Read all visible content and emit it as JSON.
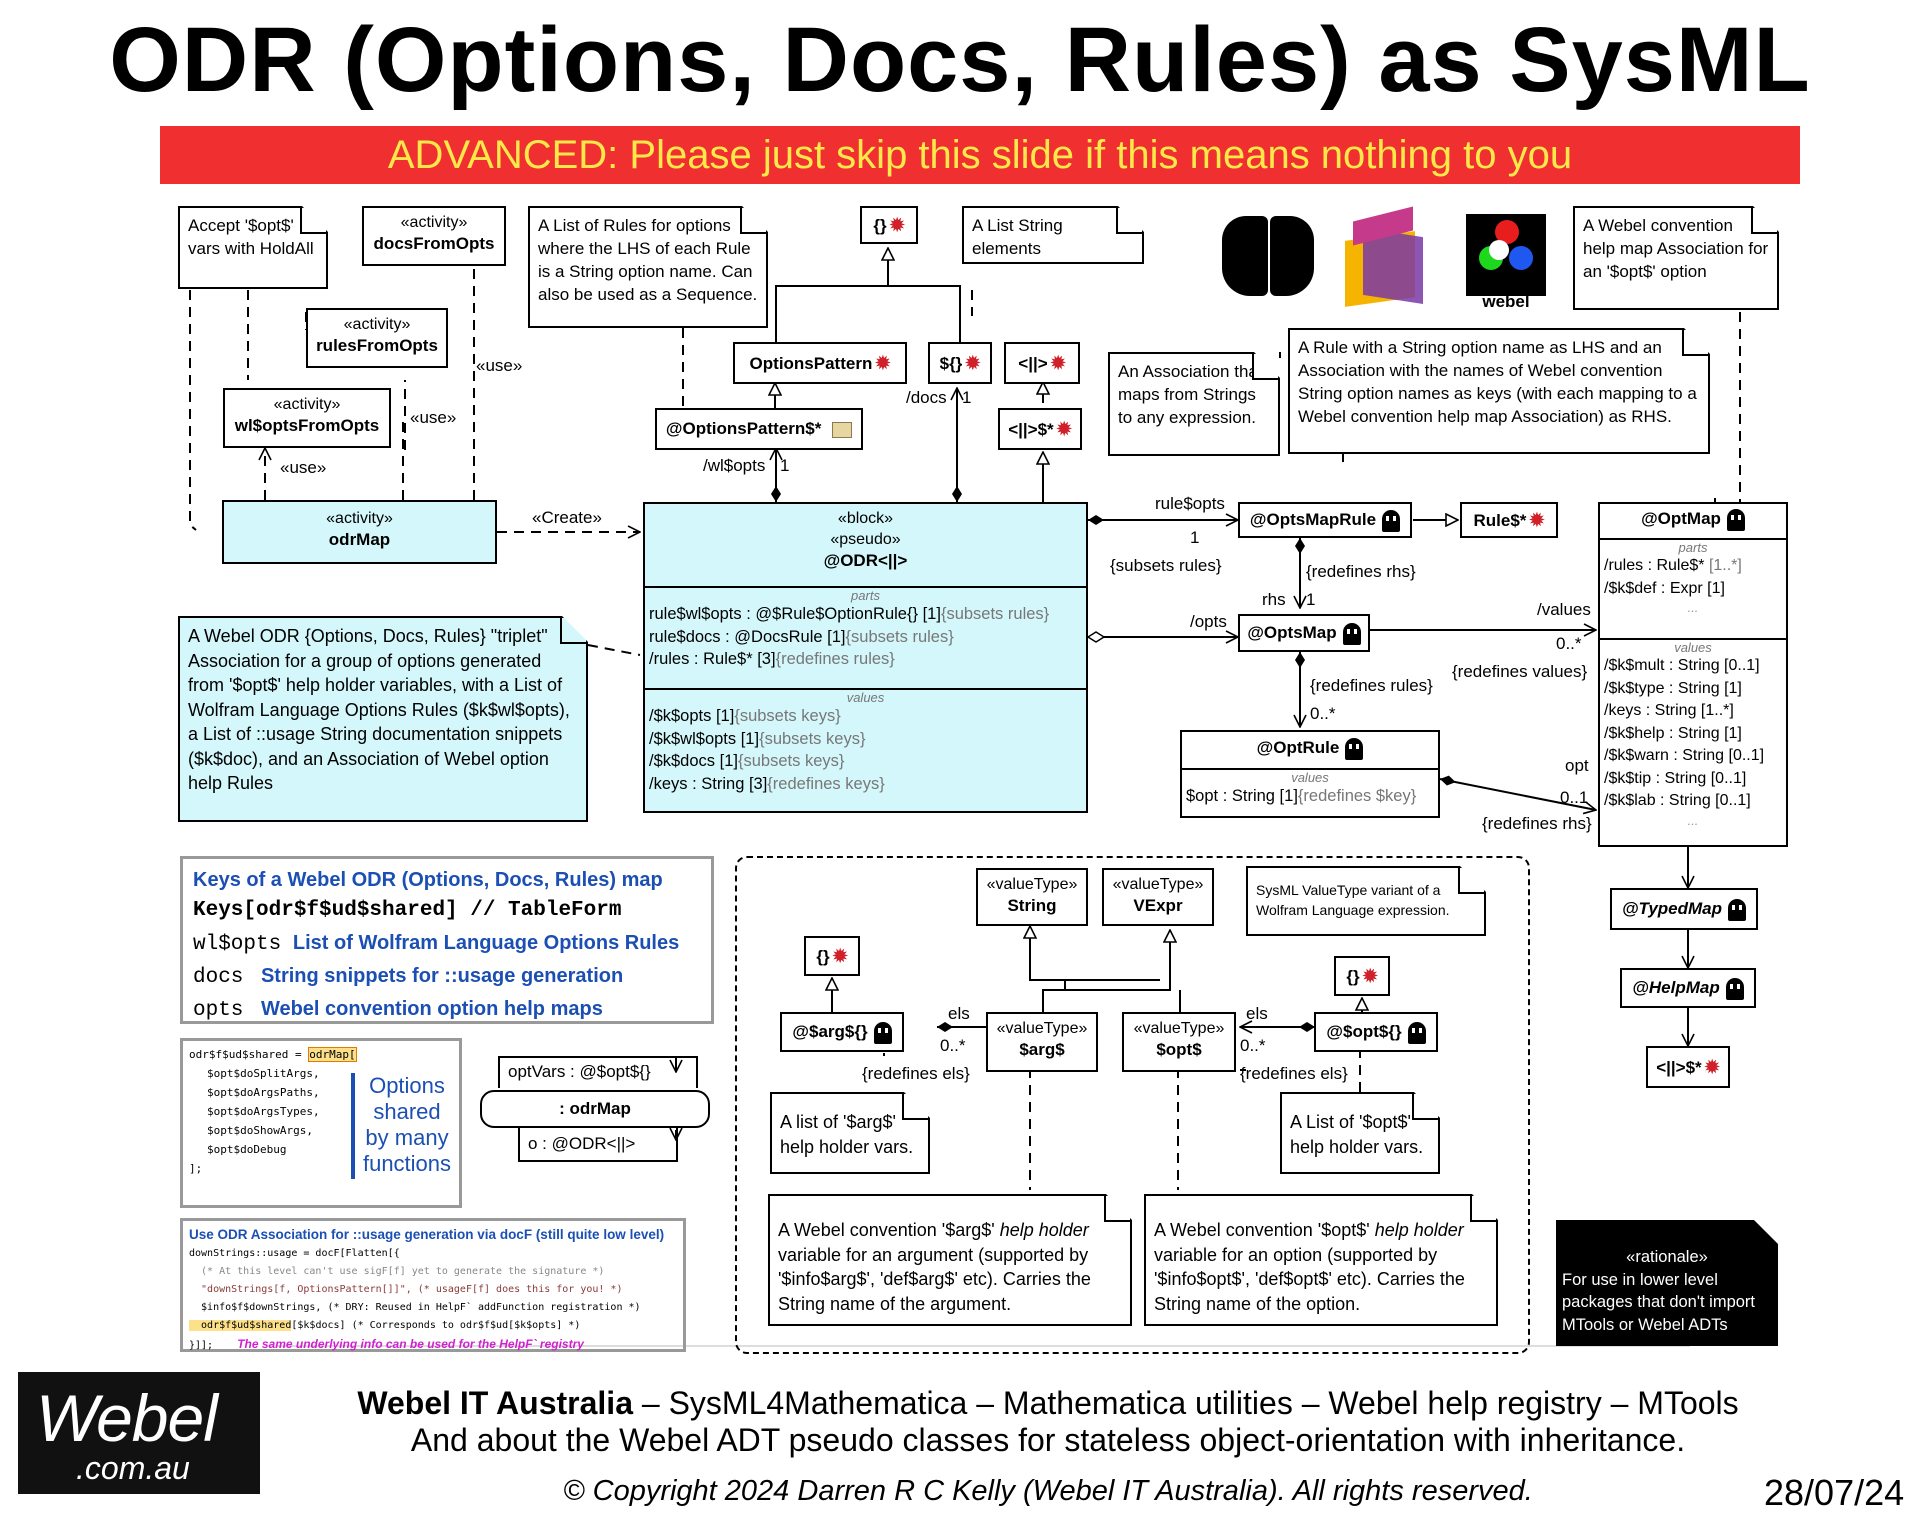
{
  "title": "ODR (Options, Docs, Rules) as SysML",
  "banner": "ADVANCED: Please just skip this slide if this means nothing to you",
  "notes": {
    "holdall": "Accept '$opt$' vars with HoldAll",
    "rules_list": "A List of Rules for options where the LHS of each Rule is a String option name. Can also be used as a Sequence.",
    "string_list": "A List String elements",
    "help_map": "A Webel convention help map Association for an '$opt$' option",
    "assoc_expr": "An Association that maps from Strings to any expression.",
    "rule_string": "A Rule with a String option name as LHS and an Association with the names of Webel convention String option names as keys (with each mapping to a Webel convention help map Association) as RHS.",
    "triplet": "A Webel ODR {Options, Docs, Rules} \"triplet\" Association for a group of options generated from '$opt$' help holder variables, with a List of Wolfram Language Options Rules ($k$wl$opts), a List of ::usage String documentation snippets ($k$doc), and an Association of  Webel option help Rules",
    "vtype_variant": "SysML ValueType variant of a Wolfram Language expression.",
    "arg_list": "A list of '$arg$' help holder vars.",
    "opt_list": "A List of '$opt$' help holder vars.",
    "arg_holder_1": "A Webel convention '$arg$' ",
    "arg_holder_2": "help holder",
    "arg_holder_3": "variable for an argument (supported by '$info$arg$', 'def$arg$' etc). Carries the String name of the argument.",
    "opt_holder_1": "A Webel convention '$opt$' ",
    "opt_holder_2": "help holder",
    "opt_holder_3": "variable for an option (supported by '$info$opt$', 'def$opt$' etc). Carries the String name of the option.",
    "rationale_stereo": "«rationale»",
    "rationale": "For use in lower level packages that don't import MTools or Webel ADTs"
  },
  "activities": {
    "stereo": "«activity»",
    "docsFromOpts": "docsFromOpts",
    "rulesFromOpts": "rulesFromOpts",
    "wlOptsFromOpts": "wl$optsFromOpts",
    "odrMap": "odrMap"
  },
  "blocks": {
    "braces": "{}",
    "optionsPattern": "OptionsPattern",
    "dollarBraces": "${}",
    "angle": "<||>",
    "optionsPatternStar": "@OptionsPattern$*",
    "angleStar": "<||>$*",
    "odr_stereo1": "«block»",
    "odr_stereo2": "«pseudo»",
    "odr_name": "@ODR<||>",
    "optsMapRule": "@OptsMapRule",
    "ruleStar": "Rule$*",
    "optsMap": "@OptsMap",
    "optRule": "@OptRule",
    "optMap": "@OptMap",
    "typedMap": "@TypedMap",
    "helpMap": "@HelpMap",
    "angleStar2": "<||>$*"
  },
  "odr": {
    "parts_title": "parts",
    "parts": [
      {
        "a": "rule$wl$opts : @$Rule$OptionRule{} [1]",
        "b": "{subsets rules}"
      },
      {
        "a": "rule$docs : @DocsRule [1]",
        "b": "{subsets rules}"
      },
      {
        "a": "/rules : Rule$* [3]",
        "b": "{redefines rules}"
      }
    ],
    "values_title": "values",
    "values": [
      {
        "a": "/$k$opts [1]",
        "b": "{subsets keys}"
      },
      {
        "a": "/$k$wl$opts [1]",
        "b": "{subsets keys}"
      },
      {
        "a": "/$k$docs [1]",
        "b": "{subsets keys}"
      },
      {
        "a": "/keys : String [3]",
        "b": "{redefines keys}"
      }
    ]
  },
  "optRule": {
    "values_title": "values",
    "a": "$opt : String [1]",
    "b": "{redefines $key}"
  },
  "optMap": {
    "parts_title": "parts",
    "parts": [
      {
        "a": "/rules",
        "b": " : Rule$* ",
        "c": "[1..*]"
      },
      {
        "a": "/$k$def",
        "b": " : Expr [1]",
        "c": ""
      }
    ],
    "ellipsis": "...",
    "values_title": "values",
    "values": [
      {
        "a": "/$k$mult",
        "b": " : String [0..1]"
      },
      {
        "a": "/$k$type",
        "b": " : String [1]"
      },
      {
        "a": "/keys",
        "b": " : String [1..*]"
      },
      {
        "a": "/$k$help",
        "b": " : String [1]"
      },
      {
        "a": "/$k$warn",
        "b": " : String [0..1]"
      },
      {
        "a": "/$k$tip",
        "b": " : String [0..1]"
      },
      {
        "a": "/$k$lab",
        "b": " : String [0..1]"
      }
    ]
  },
  "valueTypes": {
    "stereo": "«valueType»",
    "string": "String",
    "vexpr": "VExpr",
    "arg": "$arg$",
    "opt": "$opt$",
    "argBlock": "@$arg${}",
    "optBlock": "@$opt${}"
  },
  "labels": {
    "use1": "«use»",
    "use2": "«use»",
    "use3": "«use»",
    "create": "«Create»",
    "docs": "/docs",
    "one_docs": "1",
    "wlopts": "/wl$opts",
    "one_wl": "1",
    "ruleopts": "rule$opts",
    "one_rule": "1",
    "subsets_rules": "{subsets rules}",
    "redef_rhs": "{redefines rhs}",
    "rhs": "rhs",
    "one_rhs": "1",
    "opts": "/opts",
    "values": "/values",
    "zero_many": "0..*",
    "redef_values": "{redefines values}",
    "redef_rules": "{redefines rules}",
    "zero_many2": "0..*",
    "opt": "opt",
    "zero_one": "0..1",
    "redef_rhs2": "{redefines rhs}",
    "els1": "els",
    "zm_arg": "0..*",
    "redef_els1": "{redefines els}",
    "els2": "els",
    "zm_opt": "0..*",
    "redef_els2": "{redefines els}"
  },
  "keys_panel": {
    "title": "Keys of a Webel ODR (Options, Docs, Rules) map",
    "code": "Keys[odr$f$ud$shared] // TableForm",
    "rows": [
      {
        "k": "wl$opts",
        "v": "List of Wolfram Language Options Rules"
      },
      {
        "k": "docs",
        "v": "String snippets for ::usage generation"
      },
      {
        "k": "opts",
        "v": "Webel convention option help maps"
      }
    ]
  },
  "code_panel": {
    "line0a": "odr$f$ud$shared = ",
    "line0b": "odrMap[",
    "lines": [
      "$opt$doSplitArgs,",
      "$opt$doArgsPaths,",
      "$opt$doArgsTypes,",
      "$opt$doShowArgs,",
      "$opt$doDebug"
    ],
    "end": "];",
    "side": "Options shared by many functions"
  },
  "instance": {
    "optVars": "optVars : @$opt${}",
    "odrMap": ": odrMap",
    "odr": "o : @ODR<||>"
  },
  "usage_panel": {
    "title": "Use ODR Association for ::usage generation via docF (still quite low level)",
    "l1": "downStrings::usage = docF[Flatten[{",
    "l2": "  (* At this level can't use sigF[f] yet to generate the signature *)",
    "l3": "  \"downStrings[f, OptionsPattern[]]\", (* usageF[f] does this for you! *)",
    "l4": "  $info$f$downStrings, (* DRY: Reused in HelpF` addFunction registration *)",
    "l5a": "  odr$f$ud$shared",
    "l5b": "[$k$docs] (* Corresponds to odr$f$ud[$k$opts] *)",
    "l6a": "}]];",
    "l6b": "The same underlying info can be used for the HelpF` registry"
  },
  "logos": {
    "webel_small": "webel"
  },
  "footer": {
    "company": "Webel IT Australia",
    "rest": "  –  SysML4Mathematica – Mathematica utilities – Webel help registry – MTools",
    "line2": "And about the Webel ADT pseudo classes for stateless object-orientation with inheritance.",
    "copyright": "© Copyright 2024 Darren R C Kelly (Webel IT Australia). All rights reserved.",
    "date": "28/07/24",
    "logo_top": "Webel",
    "logo_bottom": ".com.au"
  }
}
